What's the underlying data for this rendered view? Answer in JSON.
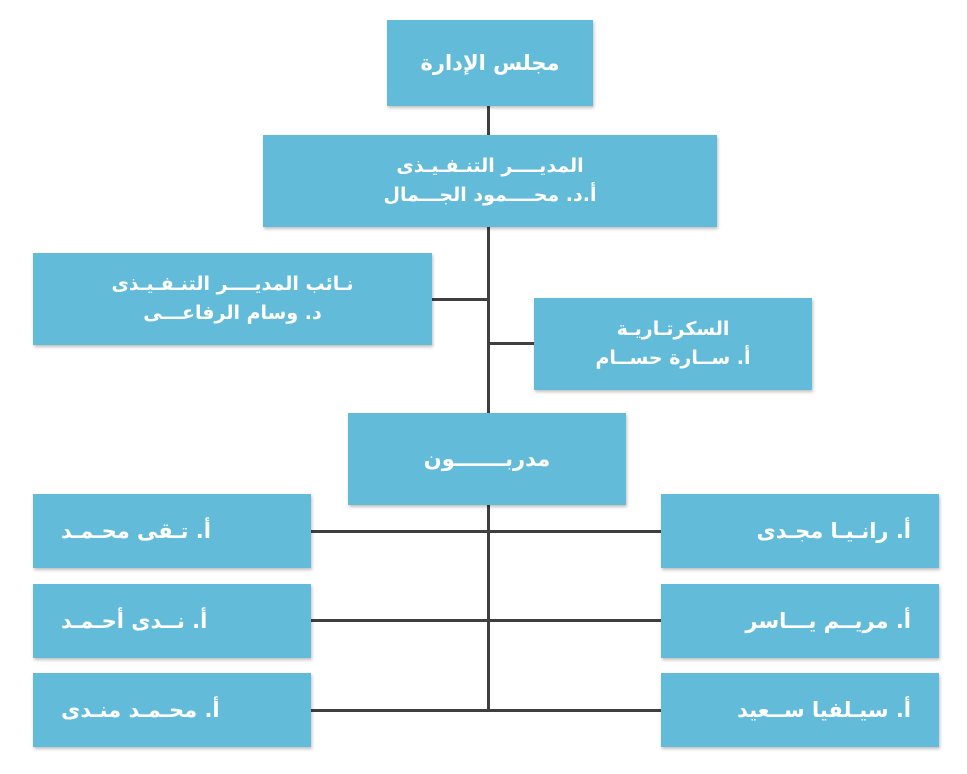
{
  "colors": {
    "box": "#62bcd9",
    "connector": "#3f3f3f",
    "text": "#ffffff"
  },
  "board": {
    "title": "مجلس الإدارة"
  },
  "executive_director": {
    "title": "المديــــر التنـفـيـذى",
    "name": "أ.د. محــــمود الجـــمال"
  },
  "deputy_director": {
    "title": "نـائب المديــــر التنـفـيـذى",
    "name": "د. وسام الرفاعـــى"
  },
  "secretariat": {
    "title": "السكرتـاريـة",
    "name": "أ. ســارة حســام"
  },
  "trainers": {
    "title": "مدربـــــــون"
  },
  "trainers_right": [
    "أ. رانـيـا مجـدى",
    "أ. مريــم يـــاسر",
    "أ. سيـلفيا ســعيد"
  ],
  "trainers_left": [
    "أ. تـقى محـمـد",
    "أ. نــدى أحـمـد",
    "أ. محـمـد منـدى"
  ]
}
